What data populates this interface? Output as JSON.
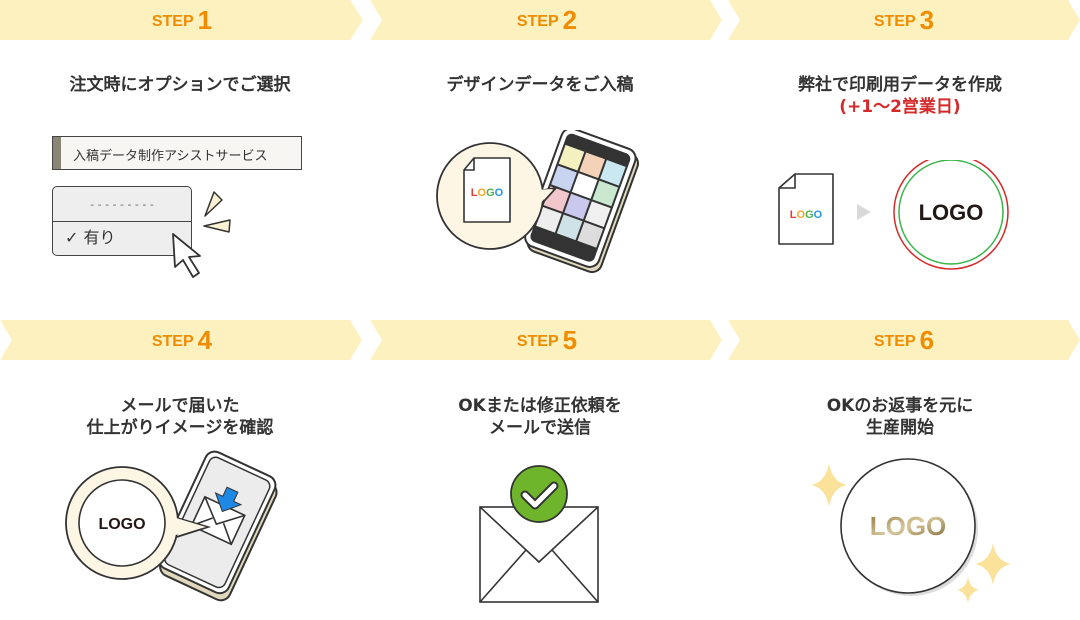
{
  "steps": [
    {
      "word": "STEP",
      "num": "1",
      "title_lines": [
        "注文時にオプションでご選択"
      ],
      "option_box": "入稿データ制作アシストサービス",
      "dropdown_blank": "- - - - - - - - -",
      "dropdown_selected": "有り",
      "check": "✓"
    },
    {
      "word": "STEP",
      "num": "2",
      "title_lines": [
        "デザインデータをご入稿"
      ],
      "logo": "LOGO"
    },
    {
      "word": "STEP",
      "num": "3",
      "title_lines": [
        "弊社で印刷用データを作成"
      ],
      "subtitle": "(+1〜2営業日)",
      "logo_small": "LOGO",
      "logo_big": "LOGO"
    },
    {
      "word": "STEP",
      "num": "4",
      "title_lines": [
        "メールで届いた",
        "仕上がりイメージを確認"
      ],
      "logo": "LOGO"
    },
    {
      "word": "STEP",
      "num": "5",
      "title_lines": [
        "OKまたは修正依頼を",
        "メールで送信"
      ]
    },
    {
      "word": "STEP",
      "num": "6",
      "title_lines": [
        "OKのお返事を元に",
        "生産開始"
      ],
      "logo": "LOGO"
    }
  ],
  "colors": {
    "banner": "#fdf1c0",
    "accent": "#f08c00",
    "note": "#d42a2a",
    "check_green": "#6fb52c",
    "gold": "#b19a5a"
  }
}
